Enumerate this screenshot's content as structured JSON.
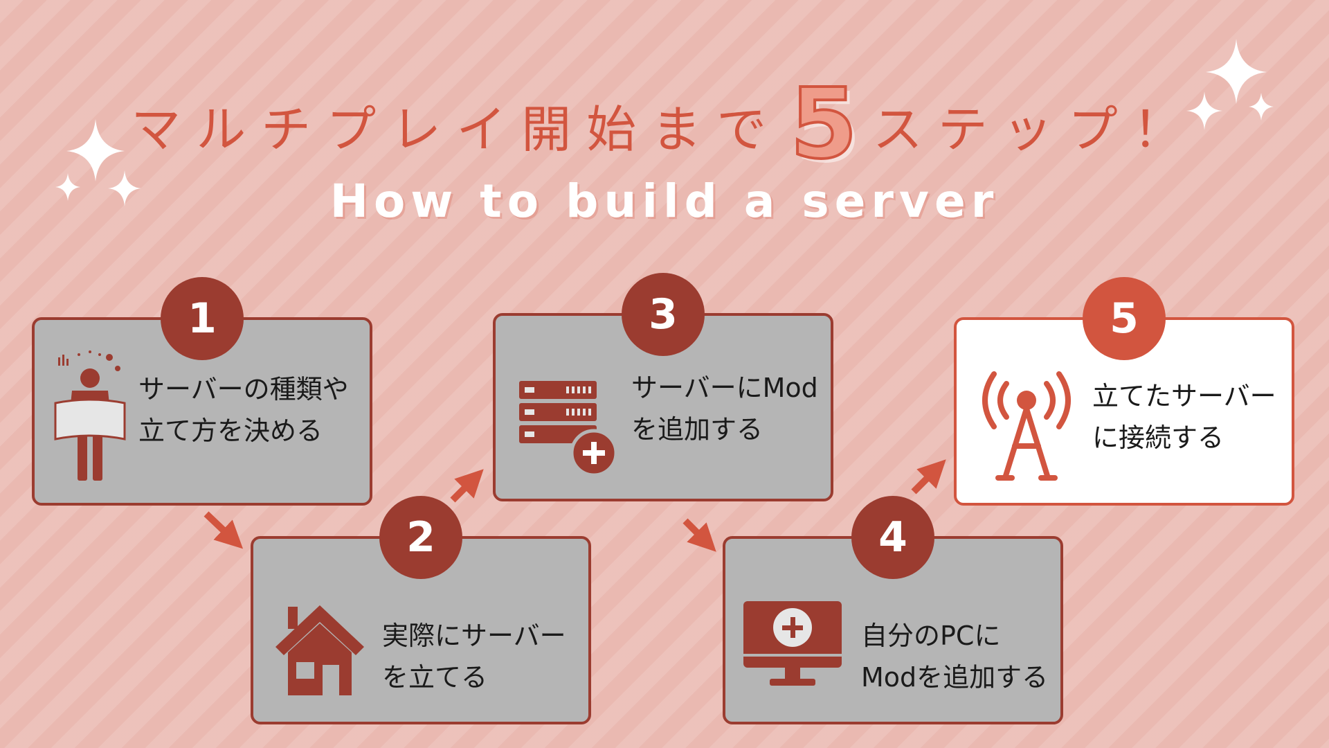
{
  "title": {
    "prefix": "マルチプレイ開始まで",
    "number": "5",
    "suffix": "ステップ！"
  },
  "subtitle": "How to build a server",
  "colors": {
    "accent": "#d2553f",
    "dark": "#9b3c30",
    "card": "#b5b5b5",
    "background": "#eab9b1"
  },
  "steps": [
    {
      "number": "1",
      "icon": "planner-person-icon",
      "lines": [
        "サーバーの種類や",
        "立て方を決める"
      ]
    },
    {
      "number": "2",
      "icon": "house-icon",
      "lines": [
        "実際にサーバー",
        "を立てる"
      ]
    },
    {
      "number": "3",
      "icon": "server-add-icon",
      "lines": [
        "サーバーにMod",
        "を追加する"
      ]
    },
    {
      "number": "4",
      "icon": "monitor-add-icon",
      "lines": [
        "自分のPCに",
        "Modを追加する"
      ]
    },
    {
      "number": "5",
      "icon": "antenna-tower-icon",
      "lines": [
        "立てたサーバー",
        "に接続する"
      ]
    }
  ]
}
